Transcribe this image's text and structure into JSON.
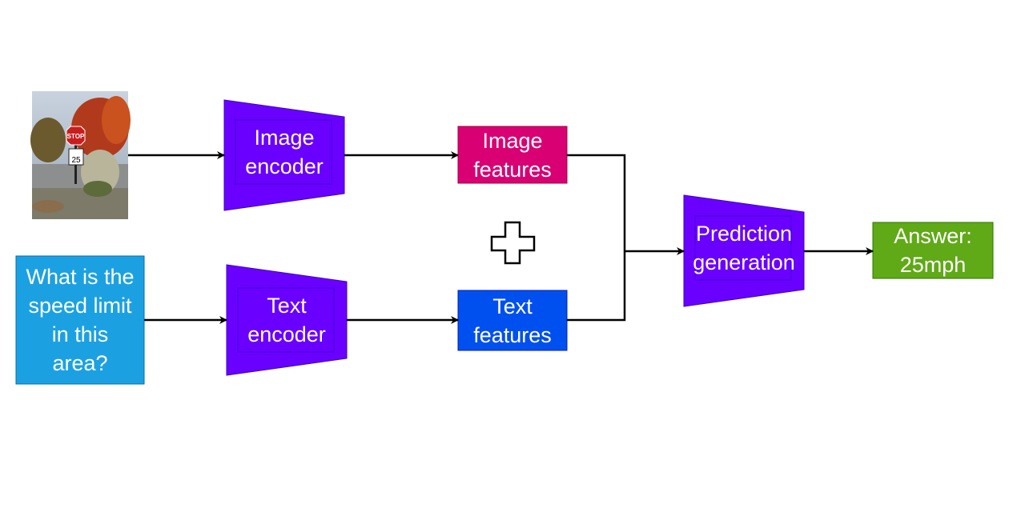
{
  "colors": {
    "encoder": "#6a00ff",
    "image_features": "#d80073",
    "text_features": "#0050ef",
    "question_box": "#1ba1e2",
    "answer_box": "#60a917",
    "arrow": "#000000",
    "text": "#ffffff"
  },
  "input_photo": {
    "sign_top": "STOP",
    "sign_limit_value": "25"
  },
  "question": {
    "lines": [
      "What is the",
      "speed limit",
      "in this",
      "area?"
    ]
  },
  "image_encoder": {
    "lines": [
      "Image",
      "encoder"
    ]
  },
  "text_encoder": {
    "lines": [
      "Text",
      "encoder"
    ]
  },
  "image_features": {
    "lines": [
      "Image",
      "features"
    ]
  },
  "text_features": {
    "lines": [
      "Text",
      "features"
    ]
  },
  "combine_icon": "plus-icon",
  "prediction": {
    "lines": [
      "Prediction",
      "generation"
    ]
  },
  "answer": {
    "lines": [
      "Answer:",
      "25mph"
    ]
  }
}
